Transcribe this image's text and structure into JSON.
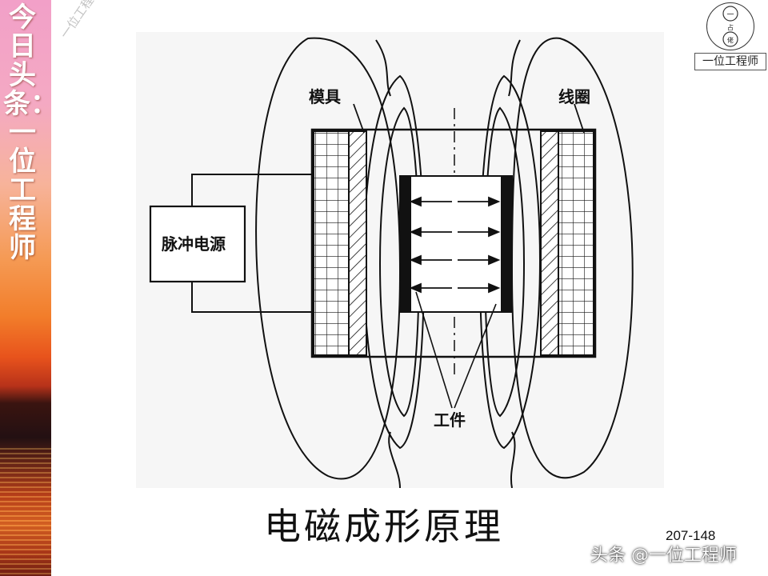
{
  "banner": {
    "text": "今日头条：一位工程师"
  },
  "watermark": {
    "text": "一位工程师"
  },
  "logo": {
    "caption": "一位工程师",
    "circle_glyphs": [
      "一",
      "占",
      "佬"
    ]
  },
  "diagram": {
    "labels": {
      "mold": "模具",
      "coil": "线圈",
      "power": "脉冲电源",
      "workpiece": "工件"
    }
  },
  "slide": {
    "caption": "电磁成形原理",
    "page_number": "207-148",
    "source": "头条 @一位工程师"
  },
  "colors": {
    "line": "#111111",
    "diagram_bg": "#f6f6f6"
  }
}
